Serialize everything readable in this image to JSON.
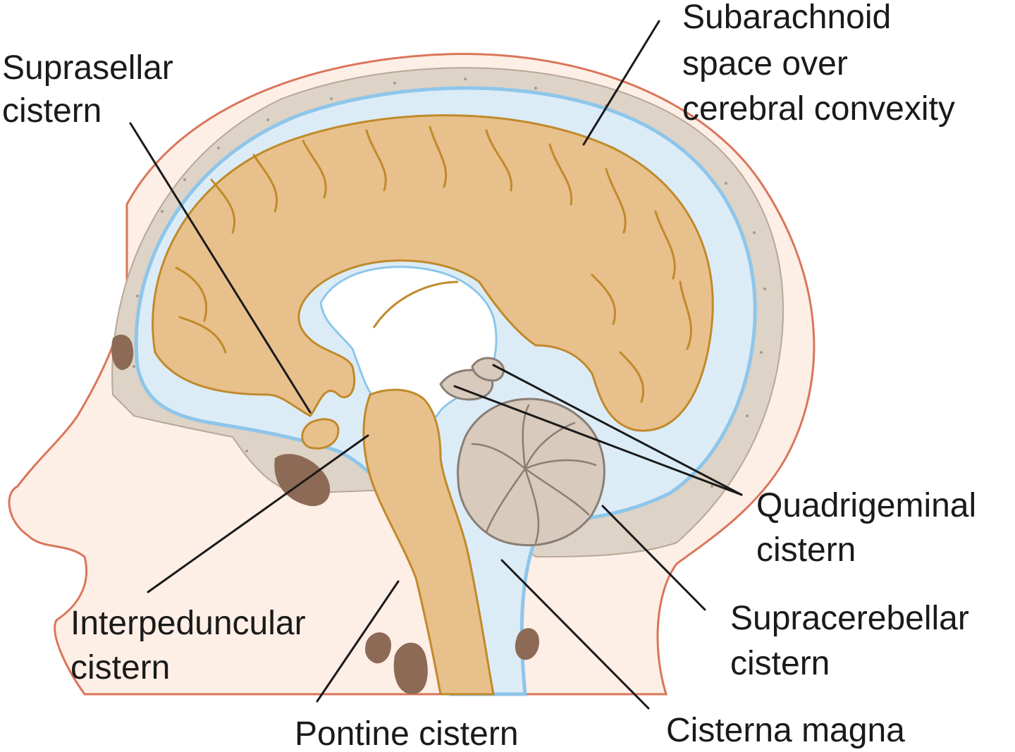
{
  "labels": {
    "suprasellar_l1": "Suprasellar",
    "suprasellar_l2": "cistern",
    "subarachnoid_l1": "Subarachnoid",
    "subarachnoid_l2": "space over",
    "subarachnoid_l3": "cerebral convexity",
    "quadrigeminal_l1": "Quadrigeminal",
    "quadrigeminal_l2": "cistern",
    "supracerebellar_l1": "Supracerebellar",
    "supracerebellar_l2": "cistern",
    "interpeduncular_l1": "Interpeduncular",
    "interpeduncular_l2": "cistern",
    "pontine": "Pontine cistern",
    "cisterna_magna": "Cisterna magna"
  },
  "colors": {
    "skin": "#fdeee6",
    "skin_outline": "#d9765a",
    "skull": "#ddd3c6",
    "csf": "#dcecf7",
    "csf_line": "#8ec6ea",
    "brain": "#e8c08c",
    "brain_outline": "#c08a2a",
    "cerebellum": "#d8cabc",
    "cerebellum_outline": "#8a7e74",
    "sinus": "#8c6a55",
    "leader": "#1a1a1a"
  }
}
